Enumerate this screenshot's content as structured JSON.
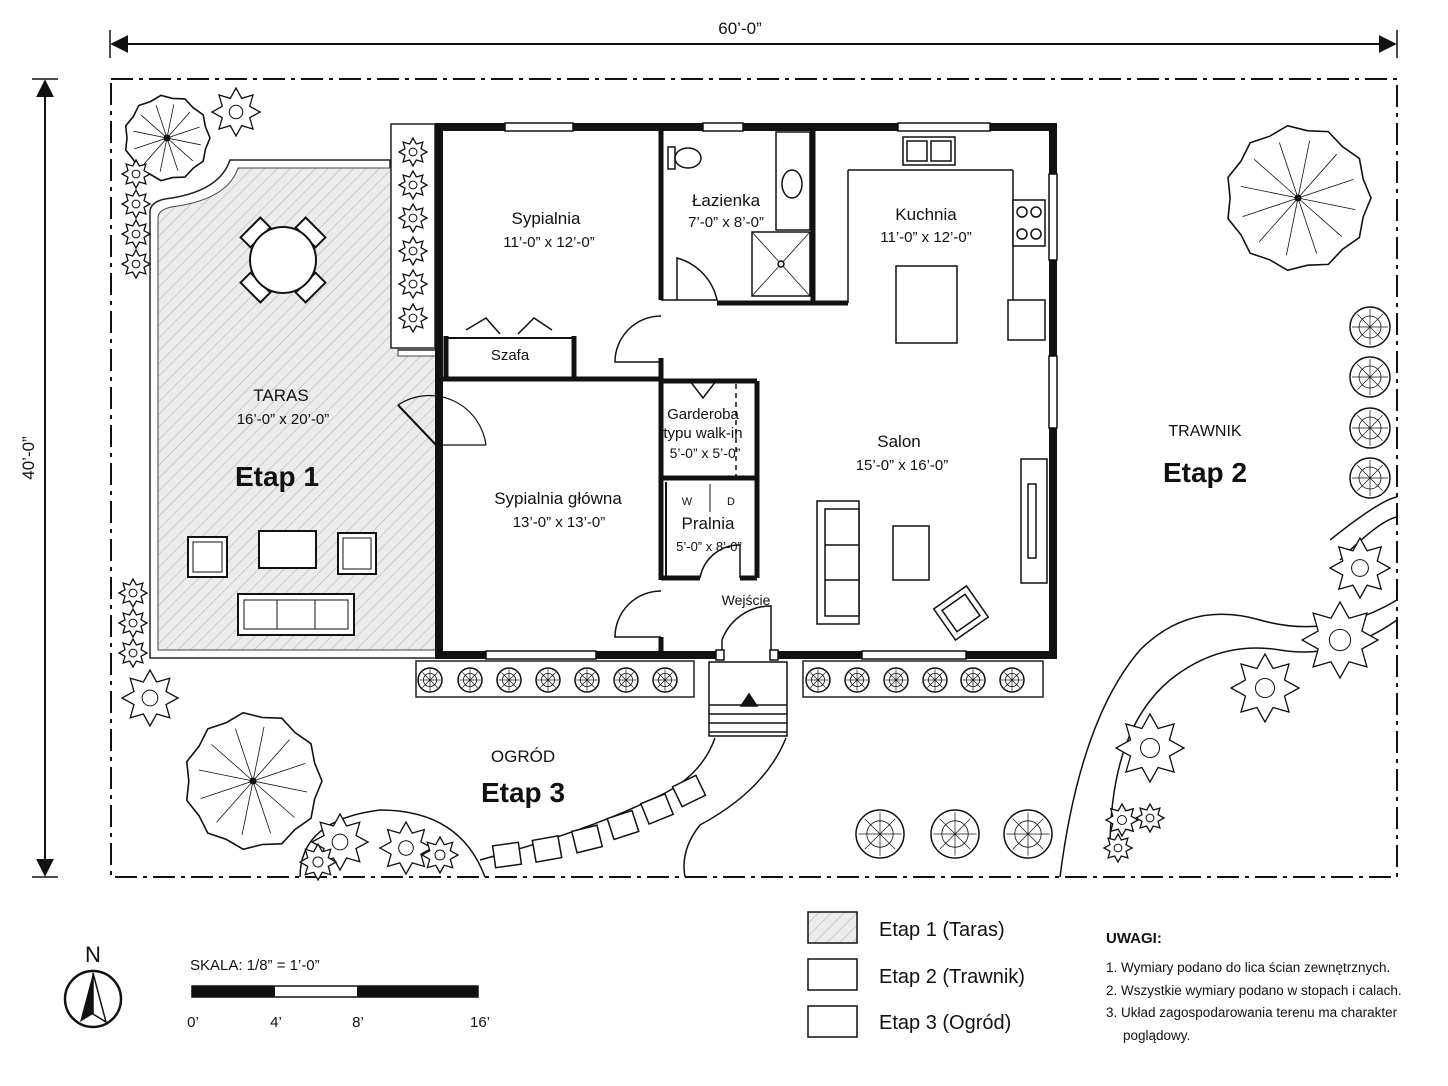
{
  "dimensions": {
    "width": "60’-0”",
    "height": "40’-0”"
  },
  "rooms": {
    "bedroom": {
      "name": "Sypialnia",
      "size": "11’-0” x 12’-0”"
    },
    "bathroom": {
      "name": "Łazienka",
      "size": "7’-0” x 8’-0”"
    },
    "kitchen": {
      "name": "Kuchnia",
      "size": "11’-0” x 12’-0”"
    },
    "closet": {
      "name": "Szafa"
    },
    "walkin": {
      "name_line1": "Garderoba",
      "name_line2": "typu walk-in",
      "size": "5’-0” x 5’-0”"
    },
    "living": {
      "name": "Salon",
      "size": "15’-0” x 16’-0”"
    },
    "master": {
      "name": "Sypialnia główna",
      "size": "13’-0” x 13’-0”"
    },
    "laundry": {
      "name": "Pralnia",
      "size": "5’-0” x 8’-0”",
      "washer": "W",
      "dryer": "D"
    },
    "entrance": {
      "name": "Wejście"
    }
  },
  "zones": {
    "terrace": {
      "name": "TARAS",
      "size": "16’-0” x 20’-0”",
      "stage": "Etap 1"
    },
    "lawn": {
      "name": "TRAWNIK",
      "stage": "Etap 2"
    },
    "garden": {
      "name": "OGRÓD",
      "stage": "Etap 3"
    }
  },
  "north": "N",
  "scale": {
    "label": "SKALA: 1/8” = 1’-0”",
    "ticks": [
      "0’",
      "4’",
      "8’",
      "16’"
    ]
  },
  "legend": [
    {
      "label": "Etap 1 (Taras)",
      "pattern": "hatch"
    },
    {
      "label": "Etap 2 (Trawnik)",
      "pattern": "plain"
    },
    {
      "label": "Etap 3 (Ogród)",
      "pattern": "plain"
    }
  ],
  "notes": {
    "title": "UWAGI:",
    "items": [
      "1. Wymiary podano do lica ścian zewnętrznych.",
      "2. Wszystkie wymiary podano w stopach i calach.",
      "3. Układ zagospodarowania terenu ma charakter",
      "poglądowy."
    ]
  },
  "colors": {
    "ink": "#111111",
    "terrace_fill": "#e9e9e9",
    "hatch": "#b5b5b5"
  }
}
